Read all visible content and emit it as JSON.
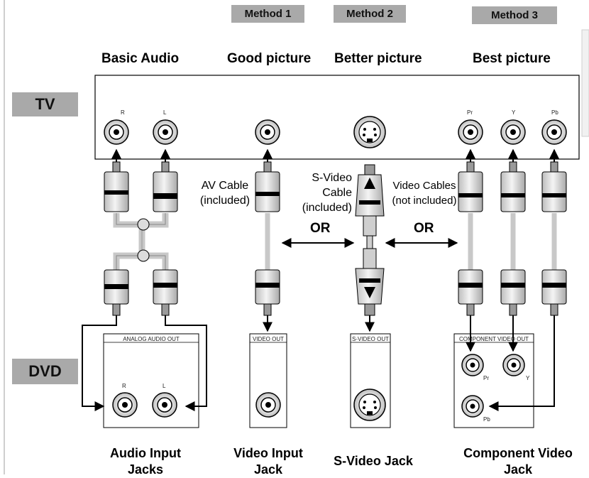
{
  "methods": [
    "Method 1",
    "Method 2",
    "Method 3"
  ],
  "columns": {
    "basic_audio": "Basic Audio",
    "good_picture": "Good picture",
    "better_picture": "Better picture",
    "best_picture": "Best picture"
  },
  "devices": {
    "tv": "TV",
    "dvd": "DVD"
  },
  "tv_jack_labels": {
    "r": "R",
    "l": "L",
    "pr": "Pr",
    "y": "Y",
    "pb": "Pb"
  },
  "cables": {
    "av_line1": "AV Cable",
    "av_line2": "(included)",
    "svideo_line1": "S-Video",
    "svideo_line2": "Cable",
    "svideo_line3": "(included)",
    "video_line1": "Video Cables",
    "video_line2": "(not included)"
  },
  "or_labels": [
    "OR",
    "OR"
  ],
  "dvd_panels": {
    "analog_audio_out": "ANALOG AUDIO OUT",
    "analog_r": "R",
    "analog_l": "L",
    "video_out": "VIDEO OUT",
    "svideo_out": "S-VIDEO OUT",
    "component_video_out": "COMPONENT VIDEO OUT",
    "comp_pr": "Pr",
    "comp_y": "Y",
    "comp_pb": "Pb"
  },
  "bottom_labels": {
    "audio_line1": "Audio Input",
    "audio_line2": "Jacks",
    "video_line1": "Video Input",
    "video_line2": "Jack",
    "svideo": "S-Video Jack",
    "component_line1": "Component Video",
    "component_line2": "Jack"
  },
  "colors": {
    "label_fill": "#a9a9a9",
    "cable_gray": "#cfcfcf",
    "line": "#000000"
  }
}
